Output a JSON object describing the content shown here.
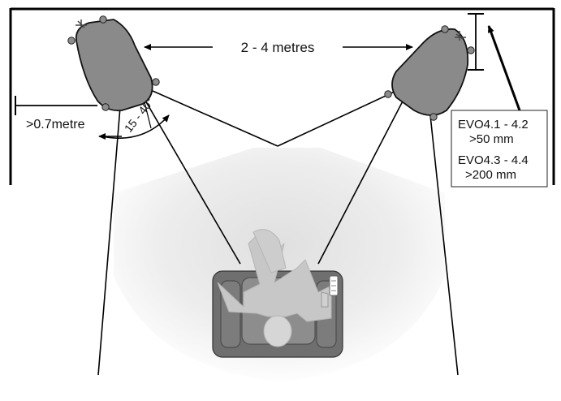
{
  "labels": {
    "distance": "2 - 4 metres",
    "wall_distance": ">0.7metre",
    "angle": "15 - 40°"
  },
  "model_notes": {
    "evo_a": "EVO4.1 - 4.2",
    "evo_a_value": ">50 mm",
    "evo_b": "EVO4.3 - 4.4",
    "evo_b_value": ">200 mm"
  },
  "colors": {
    "speaker_fill": "#8a8a8a",
    "knob": "#8d8d8d",
    "room_shade": "#e6e6e6",
    "chair": "#6f6f6f",
    "chair_inner": "#8d8d8d",
    "person": "#c7c7c7",
    "lines": "#000000"
  },
  "icons": {
    "left_speaker": "speaker-top-view-icon",
    "right_speaker": "speaker-top-view-icon",
    "listener": "listener-in-armchair-icon",
    "remote": "remote-control-icon"
  }
}
